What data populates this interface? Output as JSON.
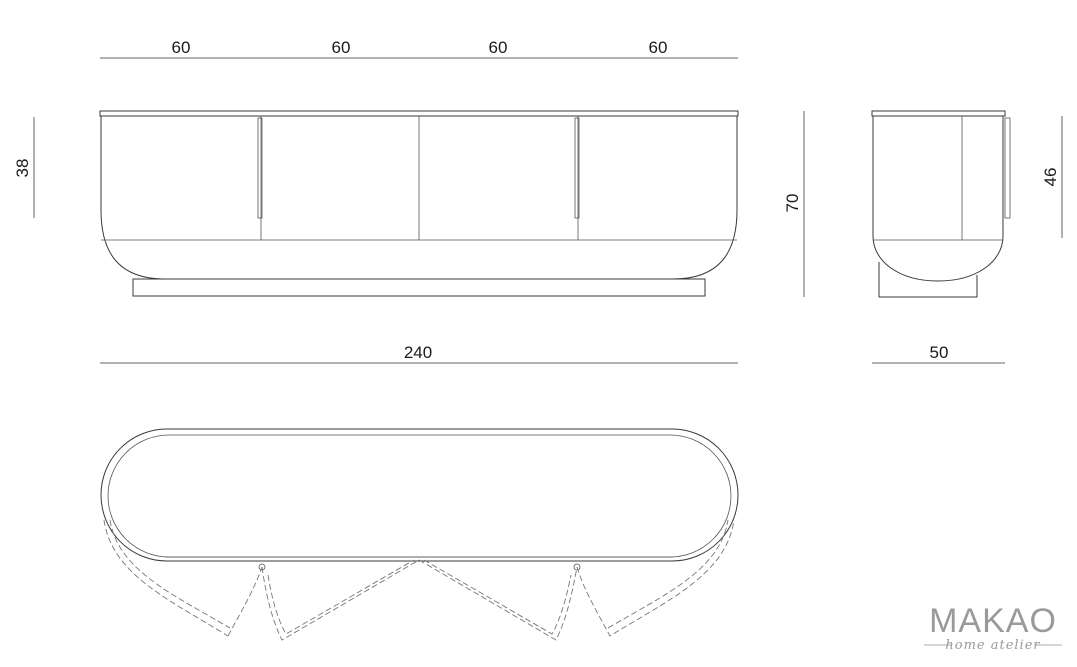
{
  "dimensions": {
    "front_section_widths": [
      "60",
      "60",
      "60",
      "60"
    ],
    "front_cabinet_height": "38",
    "total_height": "70",
    "side_cabinet_height": "46",
    "total_width": "240",
    "depth": "50"
  },
  "logo": {
    "brand": "MAKAO",
    "tagline": "home atelier"
  }
}
